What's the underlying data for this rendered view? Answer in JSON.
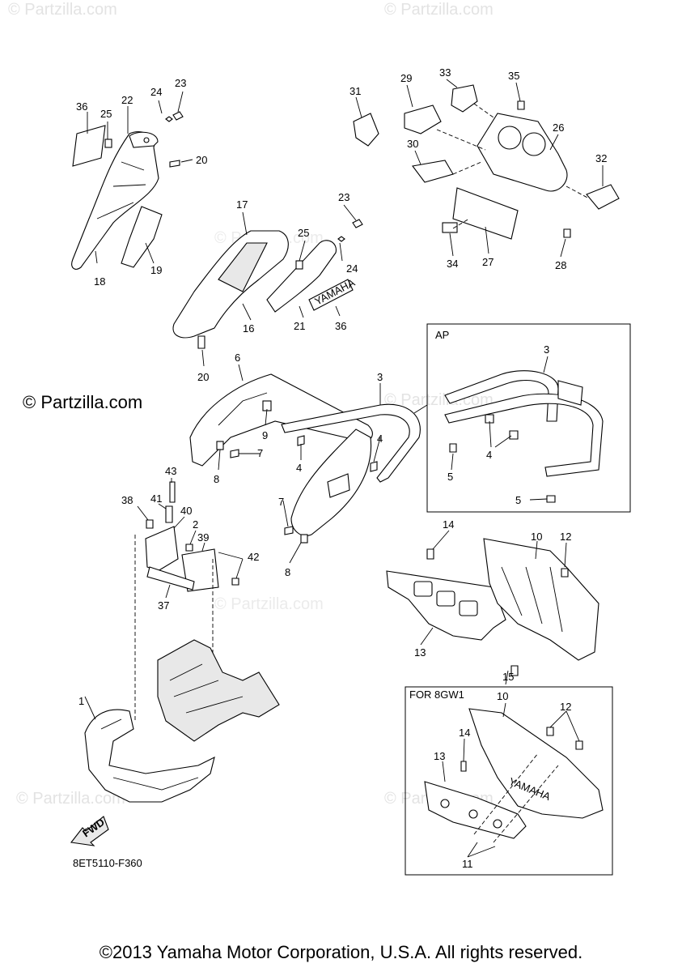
{
  "watermarks": [
    "© Partzilla.com",
    "© Partzilla.com",
    "© Partzilla.com",
    "© Partzilla.com",
    "© Partzilla.com",
    "© Partzilla.com",
    "© Partzilla.com"
  ],
  "site_mark": "© Partzilla.com",
  "boxes": {
    "ap": "AP",
    "variant": "FOR 8GW1"
  },
  "direction_tag": "FWD",
  "brand_decals": [
    "YAMAHA",
    "YAMAHA"
  ],
  "diagram_code": "8ET5110-F360",
  "callouts": {
    "c36a": "36",
    "c25a": "25",
    "c22": "22",
    "c24a": "24",
    "c23a": "23",
    "c20a": "20",
    "c18": "18",
    "c19": "19",
    "c17": "17",
    "c23b": "23",
    "c25b": "25",
    "c24b": "24",
    "c16": "16",
    "c21": "21",
    "c36b": "36",
    "c20b": "20",
    "c31": "31",
    "c29": "29",
    "c33": "33",
    "c35": "35",
    "c26": "26",
    "c30": "30",
    "c32": "32",
    "c34": "34",
    "c27": "27",
    "c28": "28",
    "c6": "6",
    "c3a": "3",
    "c9": "9",
    "c7a": "7",
    "c4a": "4",
    "c8a": "8",
    "c4b": "4",
    "c7b": "7",
    "c8b": "8",
    "c3b": "3",
    "c5a": "5",
    "c4c": "4",
    "c5b": "5",
    "c43": "43",
    "c38": "38",
    "c41": "41",
    "c40": "40",
    "c2": "2",
    "c39": "39",
    "c42": "42",
    "c37": "37",
    "c14a": "14",
    "c10a": "10",
    "c12a": "12",
    "c13a": "13",
    "c15": "15",
    "c1": "1",
    "c10b": "10",
    "c12b": "12",
    "c14b": "14",
    "c13b": "13",
    "c11": "11"
  },
  "copyright": "©2013 Yamaha Motor Corporation, U.S.A. All rights reserved."
}
